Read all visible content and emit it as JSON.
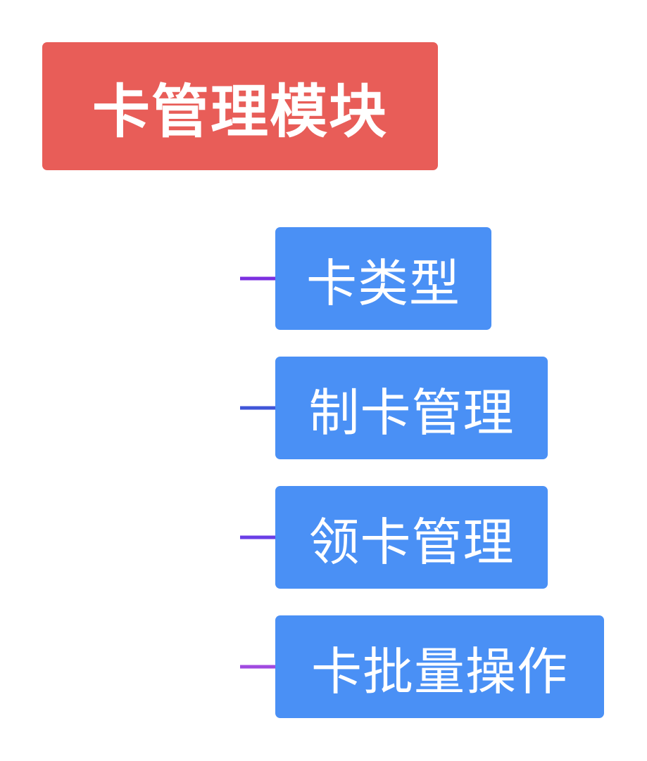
{
  "root": {
    "label": "卡管理模块"
  },
  "children": [
    {
      "label": "卡类型"
    },
    {
      "label": "制卡管理"
    },
    {
      "label": "领卡管理"
    },
    {
      "label": "卡批量操作"
    }
  ],
  "colors": {
    "root_fill": "#e85d58",
    "child_fill": "#4a90f5",
    "connector_purple": "#9b4de0",
    "connector_violet": "#7b2fe0",
    "connector_blue": "#3f55d8"
  }
}
